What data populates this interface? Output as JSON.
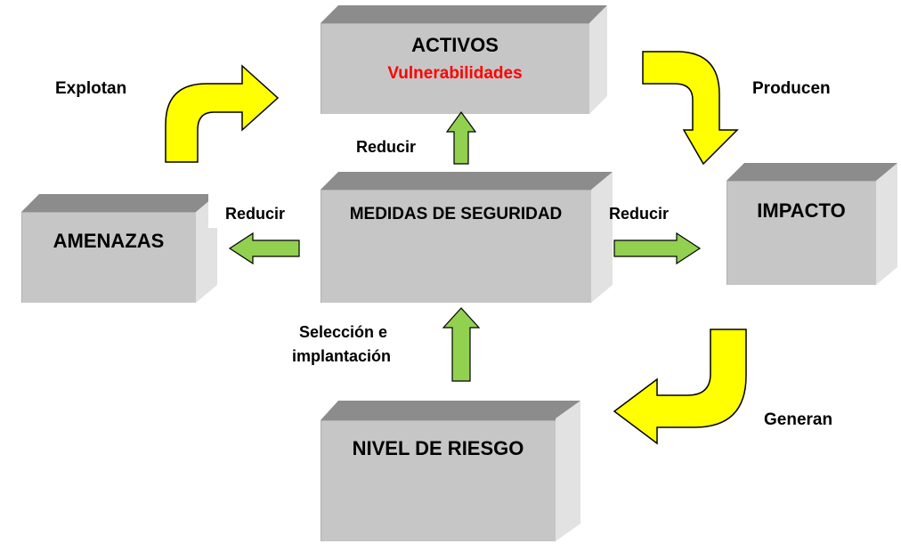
{
  "boxes": {
    "activos": {
      "title": "ACTIVOS",
      "subtitle": "Vulnerabilidades"
    },
    "amenazas": {
      "title": "AMENAZAS"
    },
    "medidas": {
      "title": "MEDIDAS DE SEGURIDAD"
    },
    "impacto": {
      "title": "IMPACTO"
    },
    "nivel": {
      "title": "NIVEL DE RIESGO"
    }
  },
  "labels": {
    "explotan": "Explotan",
    "producen": "Producen",
    "generan": "Generan",
    "reducir_top": "Reducir",
    "reducir_left": "Reducir",
    "reducir_right": "Reducir",
    "seleccion_line1": "Selección e",
    "seleccion_line2": "implantación"
  },
  "colors": {
    "box_face": "#c6c6c6",
    "box_top": "#8c8c8c",
    "box_side": "#e2e2e2",
    "yellow_arrow": "#ffff00",
    "green_arrow": "#92d050",
    "highlight_text": "#ff0000"
  }
}
